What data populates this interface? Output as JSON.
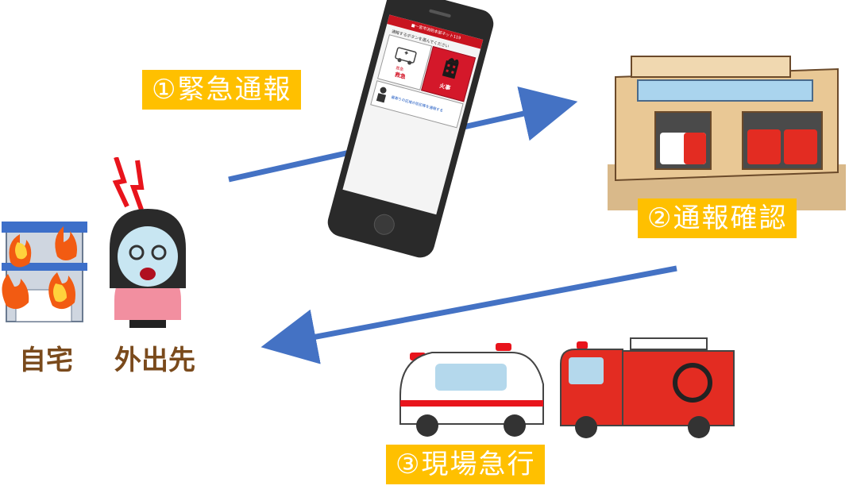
{
  "steps": {
    "step1": "①緊急通報",
    "step2": "②通報確認",
    "step3": "③現場急行"
  },
  "locations": {
    "home": "自宅",
    "outside": "外出先"
  },
  "phone": {
    "header": "■一宮市消防本部ネット119",
    "prompt": "通報するボタンを選んでください",
    "ambulance_small": "救急",
    "ambulance_label": "救急",
    "fire_label": "火事",
    "other_label": "最寄りの区域の防犯等を通報する"
  },
  "colors": {
    "label_bg": "#ffc000",
    "arrow": "#4472c4",
    "phone_red": "#d4182a",
    "location_text": "#7a4a1c"
  }
}
